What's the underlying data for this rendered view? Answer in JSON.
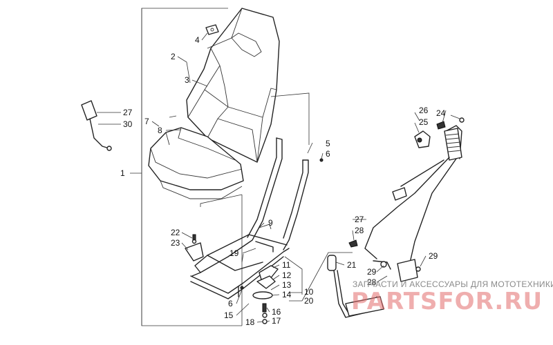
{
  "labels": {
    "l1": "1",
    "l2": "2",
    "l3": "3",
    "l4": "4",
    "l5": "5",
    "l6a": "6",
    "l6b": "6",
    "l7": "7",
    "l8": "8",
    "l9": "9",
    "l10": "10",
    "l11": "11",
    "l12": "12",
    "l13": "13",
    "l14": "14",
    "l15": "15",
    "l16": "16",
    "l17": "17",
    "l18": "18",
    "l19": "19",
    "l20": "20",
    "l21": "21",
    "l22": "22",
    "l23": "23",
    "l24": "24",
    "l25": "25",
    "l26": "26",
    "l27a": "27",
    "l27b": "27",
    "l28a": "28",
    "l28b": "28",
    "l29a": "29",
    "l29b": "29",
    "l30": "30"
  },
  "watermark": {
    "caption": "ЗАПЧАСТИ И АКСЕССУАРЫ ДЛЯ МОТОТЕХНИКИ",
    "logo": "PARTSFOR.RU"
  }
}
